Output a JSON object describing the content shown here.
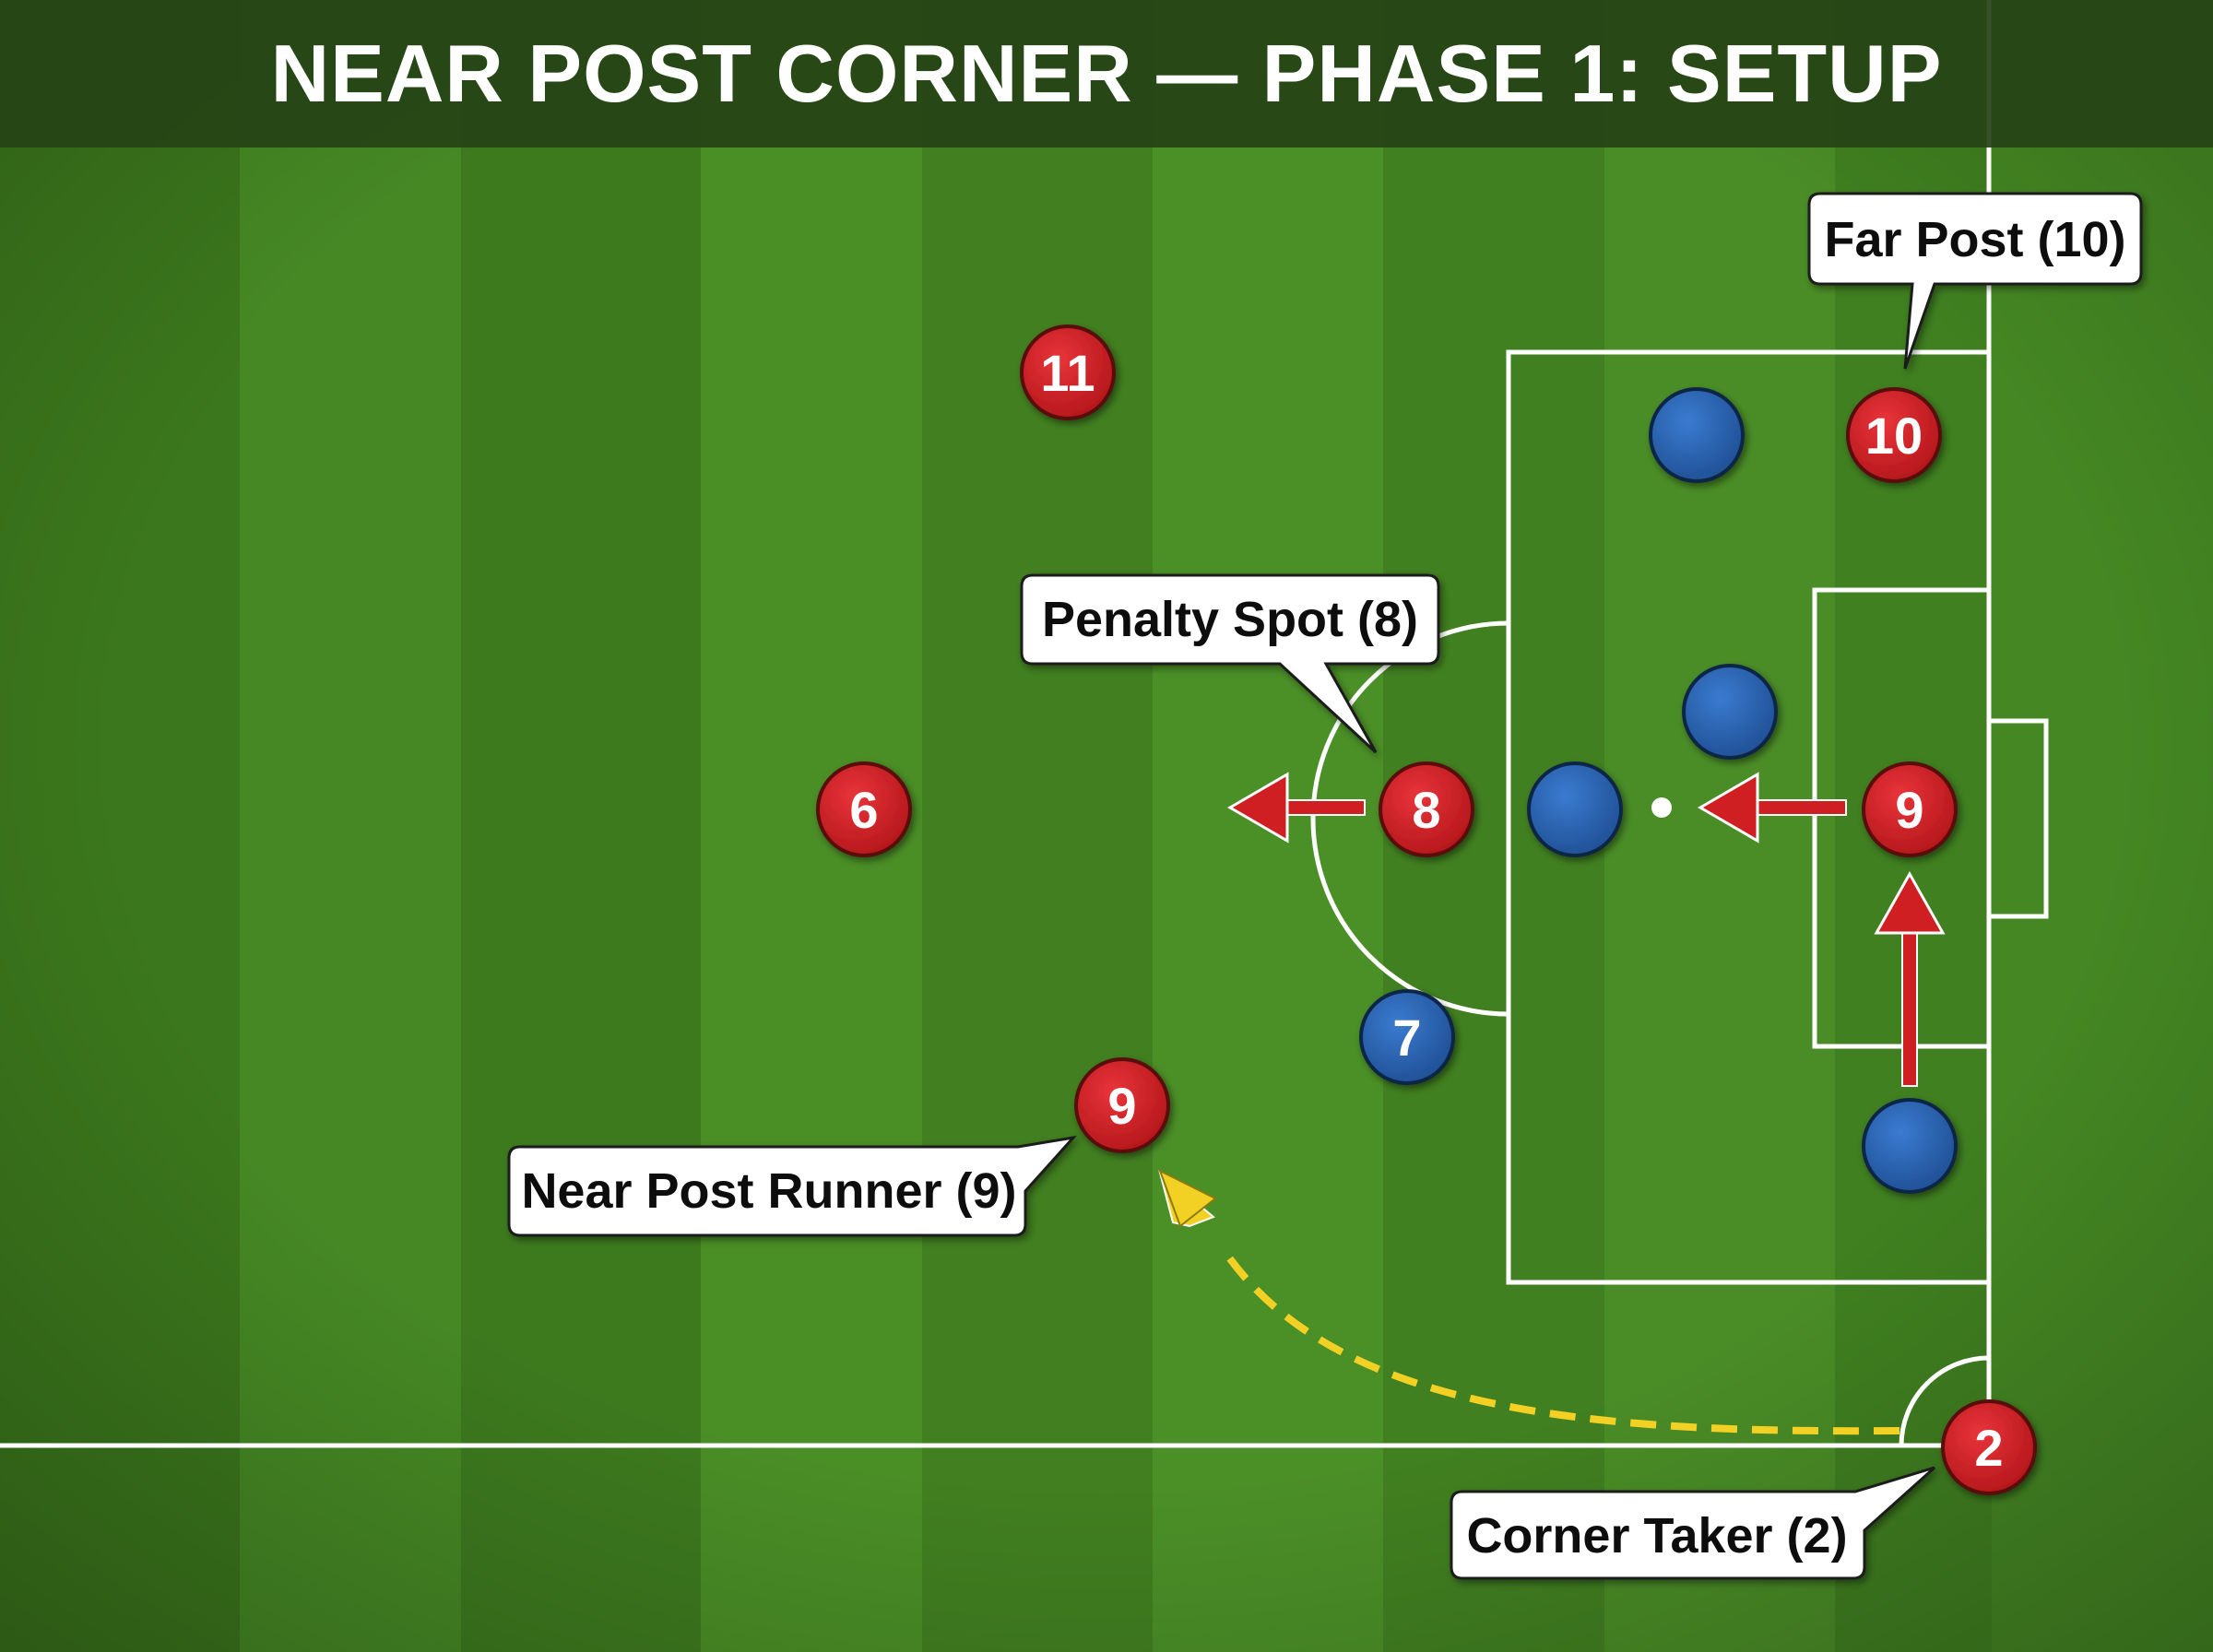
{
  "title": "NEAR POST CORNER — PHASE 1: SETUP",
  "colors": {
    "pitch_dark": "#3d7a1c",
    "pitch_light": "#4a8c25",
    "title_bar": "#2a4a1a",
    "line": "#ffffff",
    "attacker": "#cf1f23",
    "defender": "#2a63b0",
    "movement_arrow": "#d01f23",
    "ball_path": "#f2d024",
    "callout_bg": "#ffffff",
    "callout_text": "#111111"
  },
  "attackers": [
    {
      "number": "11"
    },
    {
      "number": "10"
    },
    {
      "number": "6"
    },
    {
      "number": "8"
    },
    {
      "number": "9",
      "role": "box"
    },
    {
      "number": "9",
      "role": "runner"
    },
    {
      "number": "2"
    }
  ],
  "defenders": [
    {
      "number": ""
    },
    {
      "number": ""
    },
    {
      "number": ""
    },
    {
      "number": "7"
    },
    {
      "number": ""
    }
  ],
  "callouts": {
    "far_post": "Far Post (10)",
    "penalty_spot": "Penalty Spot (8)",
    "near_post_runner": "Near Post Runner (9)",
    "corner_taker": "Corner Taker (2)"
  },
  "arrows": [
    {
      "type": "run",
      "from": "8",
      "direction": "left"
    },
    {
      "type": "run",
      "from": "9",
      "direction": "left"
    },
    {
      "type": "run",
      "to": "9",
      "direction": "up"
    },
    {
      "type": "ball",
      "from": "2",
      "to": "9",
      "style": "dashed-curve"
    }
  ]
}
